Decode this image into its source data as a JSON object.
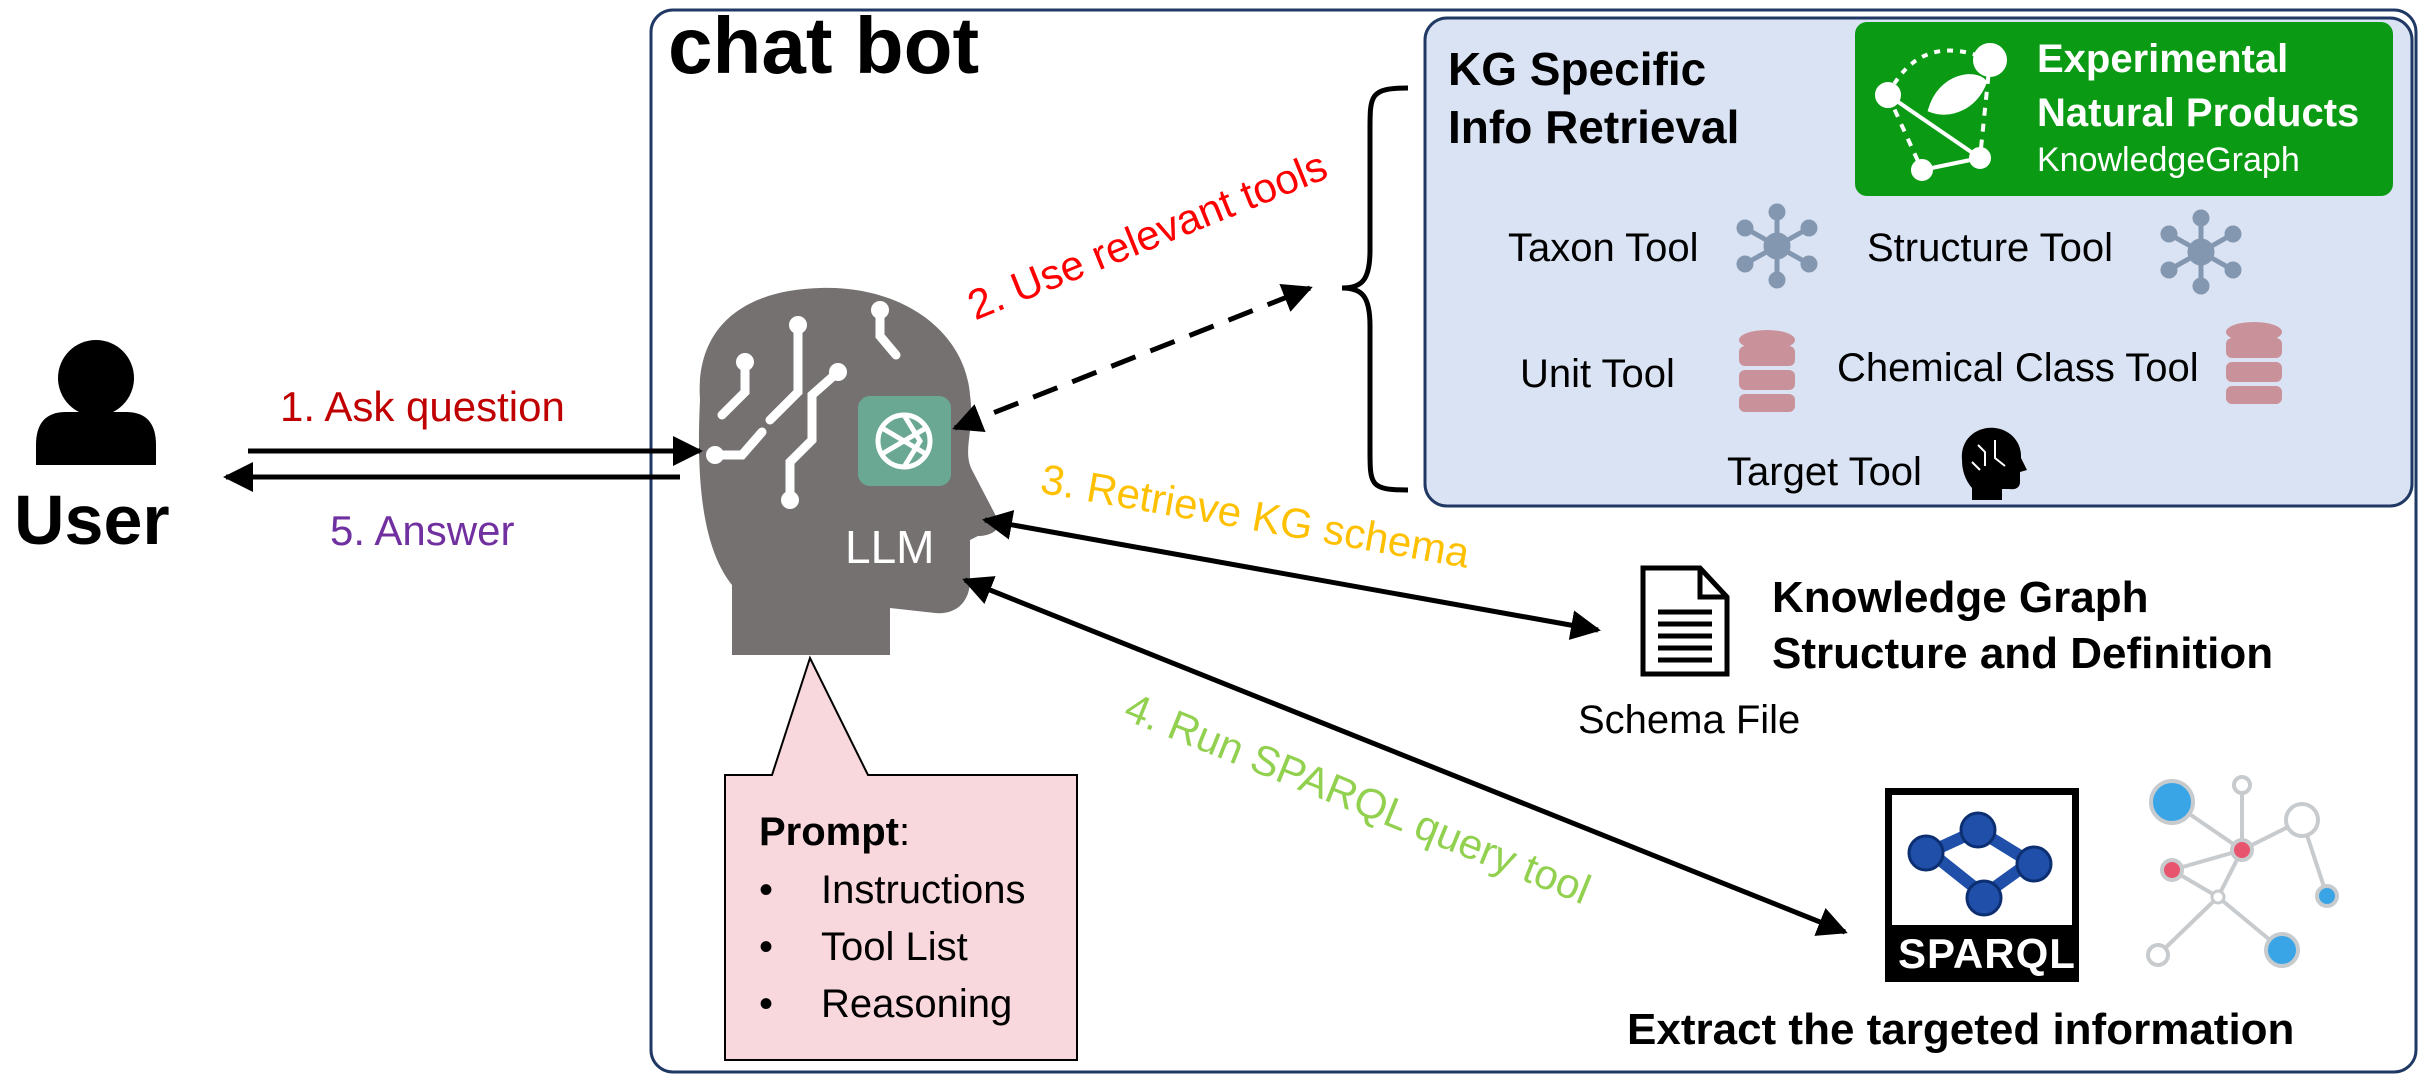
{
  "title": "chat bot",
  "user": {
    "label": "User"
  },
  "llm": {
    "label": "LLM"
  },
  "flows": [
    {
      "label": "1. Ask question",
      "color": "#c00000"
    },
    {
      "label": "2. Use relevant tools",
      "color": "#ff0000"
    },
    {
      "label": "3. Retrieve KG schema",
      "color": "#ffc000"
    },
    {
      "label": "4. Run SPARQL query tool",
      "color": "#92d050"
    },
    {
      "label": "5. Answer",
      "color": "#7030a0"
    }
  ],
  "kg_panel": {
    "title_line1": "KG Specific",
    "title_line2": "Info Retrieval",
    "logo": {
      "line1": "Experimental",
      "line2": "Natural Products",
      "line3": "KnowledgeGraph",
      "color": "#0a9a14"
    },
    "tools": [
      {
        "label": "Taxon Tool",
        "icon": "network-icon"
      },
      {
        "label": "Structure Tool",
        "icon": "network-icon"
      },
      {
        "label": "Unit Tool",
        "icon": "database-icon"
      },
      {
        "label": "Chemical Class Tool",
        "icon": "database-icon"
      },
      {
        "label": "Target Tool",
        "icon": "brain-head-icon"
      }
    ]
  },
  "schema": {
    "title_line1": "Knowledge Graph",
    "title_line2": "Structure and Definition",
    "file_label": "Schema File"
  },
  "sparql": {
    "logo_text": "SPARQL",
    "caption": "Extract the targeted information"
  },
  "prompt": {
    "title": "Prompt",
    "items": [
      "Instructions",
      "Tool List",
      "Reasoning"
    ]
  }
}
